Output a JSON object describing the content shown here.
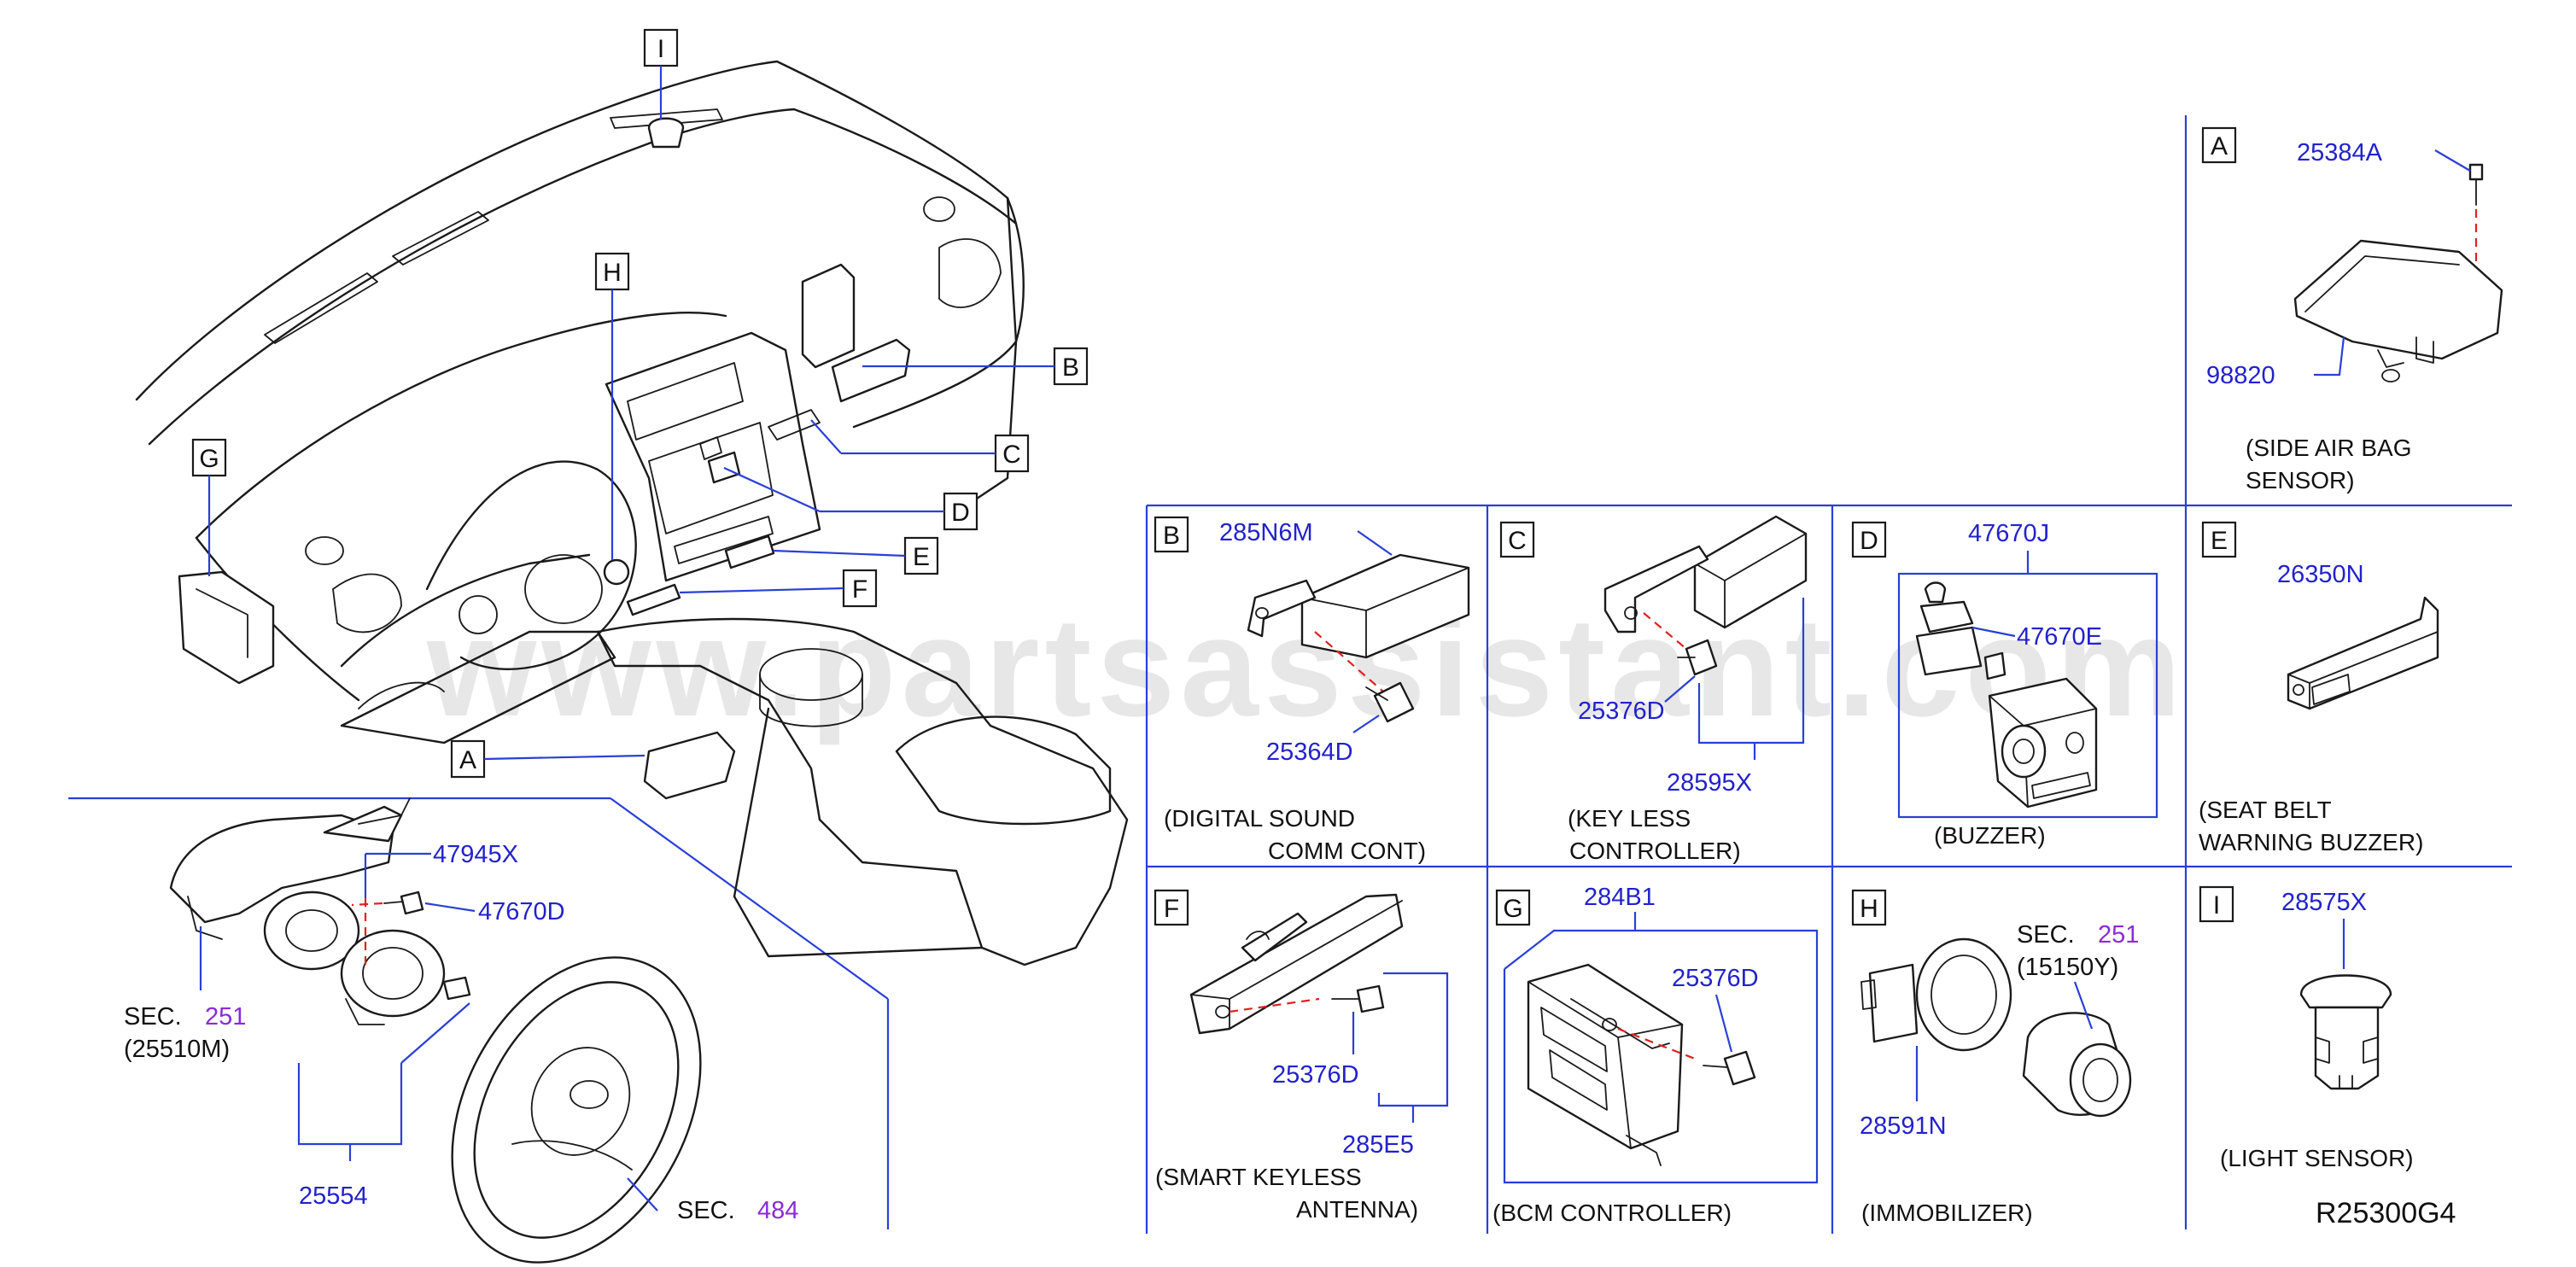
{
  "watermark": "www.partsassistant.com",
  "diagram_code": "R25300G4",
  "overview": {
    "callouts": [
      "I",
      "H",
      "G",
      "B",
      "C",
      "D",
      "E",
      "F",
      "A"
    ],
    "parts": {
      "p47945X": "47945X",
      "p47670D": "47670D",
      "p25554": "25554"
    },
    "refs": {
      "sec251_label": "SEC.",
      "sec251_num": "251",
      "sec251_sub": "(25510M)",
      "sec484_label": "SEC.",
      "sec484_num": "484"
    }
  },
  "panels": {
    "A": {
      "letter": "A",
      "parts": [
        "25384A",
        "98820"
      ],
      "caption": [
        "(SIDE AIR BAG",
        "SENSOR)"
      ]
    },
    "B": {
      "letter": "B",
      "parts": [
        "285N6M",
        "25364D"
      ],
      "caption": [
        "(DIGITAL SOUND",
        "COMM CONT)"
      ]
    },
    "C": {
      "letter": "C",
      "parts": [
        "25376D",
        "28595X"
      ],
      "caption": [
        "(KEY LESS",
        "CONTROLLER)"
      ]
    },
    "D": {
      "letter": "D",
      "parts": [
        "47670J",
        "47670E"
      ],
      "caption": [
        "(BUZZER)"
      ]
    },
    "E": {
      "letter": "E",
      "parts": [
        "26350N"
      ],
      "caption": [
        "(SEAT BELT",
        "WARNING BUZZER)"
      ]
    },
    "F": {
      "letter": "F",
      "parts": [
        "25376D",
        "285E5"
      ],
      "caption": [
        "(SMART KEYLESS",
        "ANTENNA)"
      ]
    },
    "G": {
      "letter": "G",
      "parts": [
        "284B1",
        "25376D"
      ],
      "caption": [
        "(BCM CONTROLLER)"
      ]
    },
    "H": {
      "letter": "H",
      "parts": [
        "28591N"
      ],
      "sec_label": "SEC.",
      "sec_num": "251",
      "sec_sub": "(15150Y)",
      "caption": [
        "(IMMOBILIZER)"
      ]
    },
    "I": {
      "letter": "I",
      "parts": [
        "28575X"
      ],
      "caption": [
        "(LIGHT SENSOR)"
      ]
    }
  }
}
